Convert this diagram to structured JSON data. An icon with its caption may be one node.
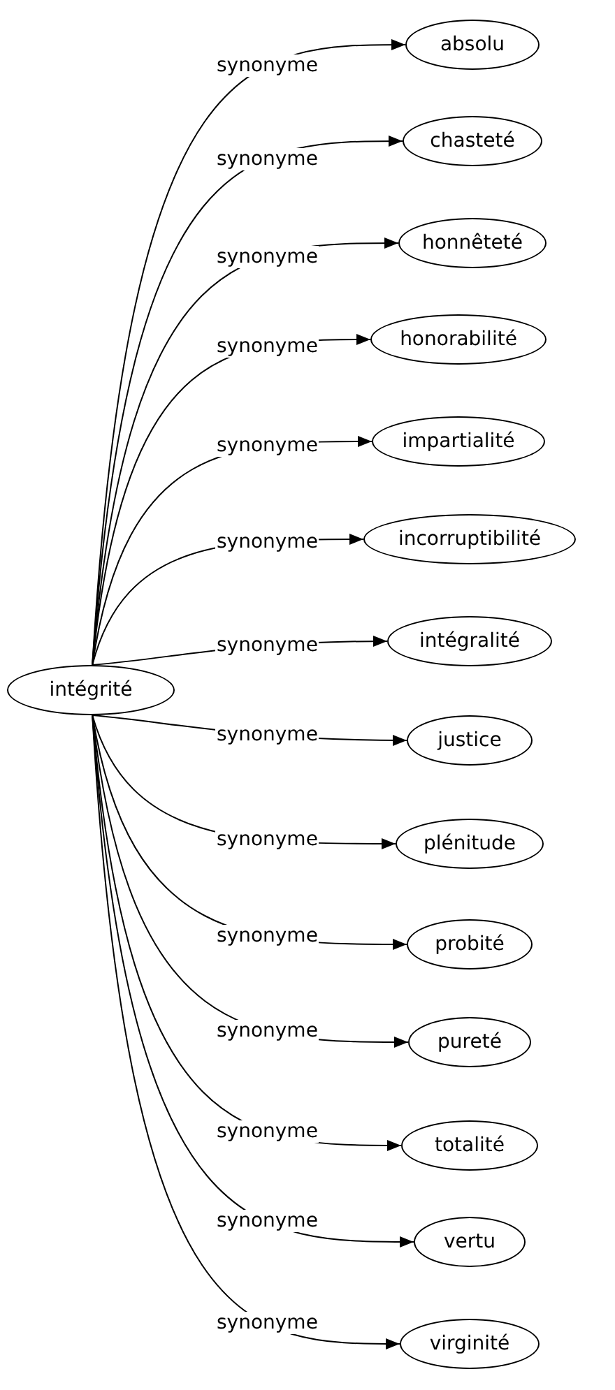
{
  "diagram": {
    "nodes": [
      {
        "text": [
          "intégrité"
        ]
      },
      {
        "text": [
          "absolu"
        ]
      },
      {
        "text": [
          "chasteté"
        ]
      },
      {
        "text": [
          "honnêteté"
        ]
      },
      {
        "text": [
          "honorabilité"
        ]
      },
      {
        "text": [
          "impartialité"
        ]
      },
      {
        "text": [
          "incorruptibilité"
        ]
      },
      {
        "text": [
          "intégralité"
        ]
      },
      {
        "text": [
          "justice"
        ]
      },
      {
        "text": [
          "plénitude"
        ]
      },
      {
        "text": [
          "probité"
        ]
      },
      {
        "text": [
          "pureté"
        ]
      },
      {
        "text": [
          "totalité"
        ]
      },
      {
        "text": [
          "vertu"
        ]
      },
      {
        "text": [
          "virginité"
        ]
      }
    ],
    "edges": [
      {
        "from": 0,
        "to": 1,
        "arrow": "to",
        "label": "synonyme"
      },
      {
        "from": 0,
        "to": 2,
        "arrow": "to",
        "label": "synonyme"
      },
      {
        "from": 0,
        "to": 3,
        "arrow": "to",
        "label": "synonyme"
      },
      {
        "from": 0,
        "to": 4,
        "arrow": "to",
        "label": "synonyme"
      },
      {
        "from": 0,
        "to": 5,
        "arrow": "to",
        "label": "synonyme"
      },
      {
        "from": 0,
        "to": 6,
        "arrow": "to",
        "label": "synonyme"
      },
      {
        "from": 0,
        "to": 7,
        "arrow": "to",
        "label": "synonyme"
      },
      {
        "from": 0,
        "to": 8,
        "arrow": "to",
        "label": "synonyme"
      },
      {
        "from": 0,
        "to": 9,
        "arrow": "to",
        "label": "synonyme"
      },
      {
        "from": 0,
        "to": 10,
        "arrow": "to",
        "label": "synonyme"
      },
      {
        "from": 0,
        "to": 11,
        "arrow": "to",
        "label": "synonyme"
      },
      {
        "from": 0,
        "to": 12,
        "arrow": "to",
        "label": "synonyme"
      },
      {
        "from": 0,
        "to": 13,
        "arrow": "to",
        "label": "synonyme"
      },
      {
        "from": 0,
        "to": 14,
        "arrow": "to",
        "label": "synonyme"
      }
    ]
  }
}
